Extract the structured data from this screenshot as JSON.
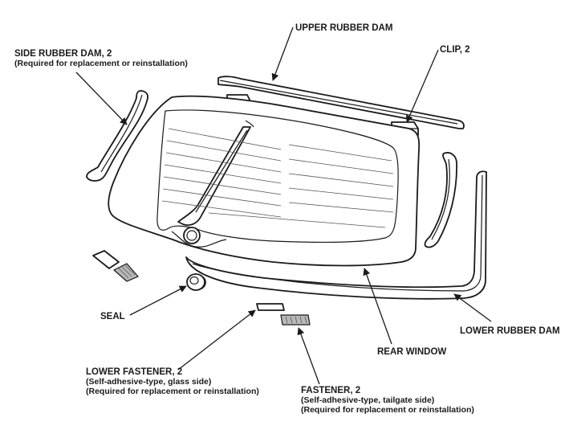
{
  "labels": {
    "upper_rubber_dam": "UPPER RUBBER DAM",
    "clip": "CLIP, 2",
    "side_rubber_dam": "SIDE RUBBER DAM, 2",
    "side_rubber_dam_note": "(Required for replacement or reinstallation)",
    "seal": "SEAL",
    "lower_rubber_dam": "LOWER RUBBER DAM",
    "rear_window": "REAR WINDOW",
    "lower_fastener": "LOWER FASTENER, 2",
    "lower_fastener_note1": "(Self-adhesive-type, glass side)",
    "lower_fastener_note2": "(Required for replacement or reinstallation)",
    "fastener": "FASTENER, 2",
    "fastener_note1": "(Self-adhesive-type, tailgate side)",
    "fastener_note2": "(Required for replacement or reinstallation)"
  }
}
